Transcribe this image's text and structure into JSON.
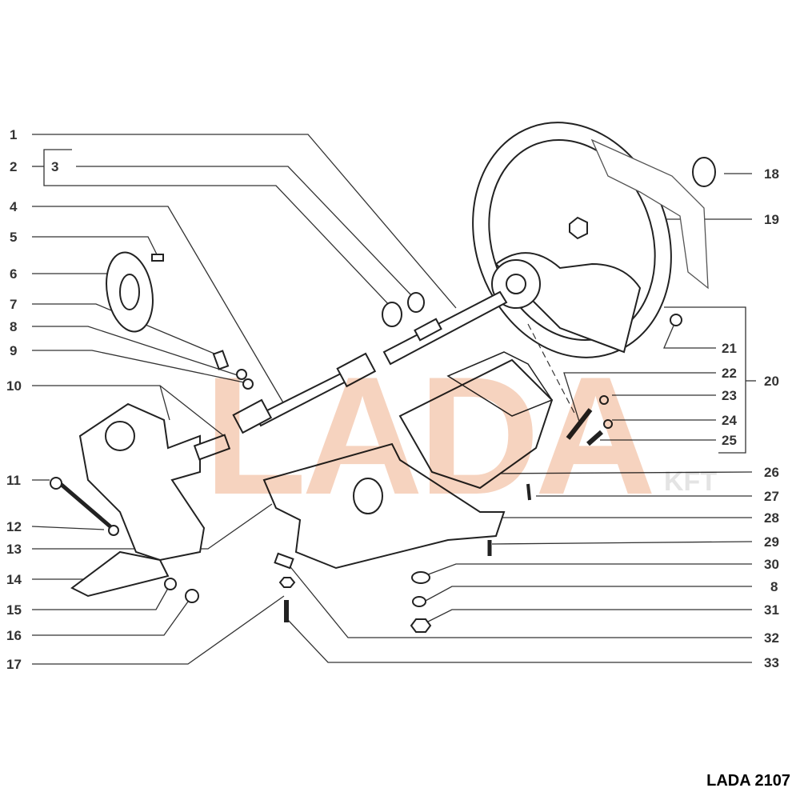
{
  "title": "LADA 2107",
  "watermark": {
    "text": "LADA",
    "sub": "KFT"
  },
  "labels_left": [
    {
      "id": "1",
      "text": "1"
    },
    {
      "id": "2",
      "text": "2"
    },
    {
      "id": "3",
      "text": "3"
    },
    {
      "id": "4",
      "text": "4"
    },
    {
      "id": "5",
      "text": "5"
    },
    {
      "id": "6",
      "text": "6"
    },
    {
      "id": "7",
      "text": "7"
    },
    {
      "id": "8",
      "text": "8"
    },
    {
      "id": "9",
      "text": "9"
    },
    {
      "id": "10",
      "text": "10"
    },
    {
      "id": "11",
      "text": "11"
    },
    {
      "id": "12",
      "text": "12"
    },
    {
      "id": "13",
      "text": "13"
    },
    {
      "id": "14",
      "text": "14"
    },
    {
      "id": "15",
      "text": "15"
    },
    {
      "id": "16",
      "text": "16"
    },
    {
      "id": "17",
      "text": "17"
    }
  ],
  "labels_right": [
    {
      "id": "18",
      "text": "18"
    },
    {
      "id": "19",
      "text": "19"
    },
    {
      "id": "20",
      "text": "20"
    },
    {
      "id": "21",
      "text": "21"
    },
    {
      "id": "22",
      "text": "22"
    },
    {
      "id": "23",
      "text": "23"
    },
    {
      "id": "24",
      "text": "24"
    },
    {
      "id": "25",
      "text": "25"
    },
    {
      "id": "26",
      "text": "26"
    },
    {
      "id": "27",
      "text": "27"
    },
    {
      "id": "28",
      "text": "28"
    },
    {
      "id": "29",
      "text": "29"
    },
    {
      "id": "30",
      "text": "30"
    },
    {
      "id": "8b",
      "text": "8"
    },
    {
      "id": "31",
      "text": "31"
    },
    {
      "id": "32",
      "text": "32"
    },
    {
      "id": "33",
      "text": "33"
    }
  ],
  "colors": {
    "line": "#333333",
    "watermark": "#f6d3bf"
  }
}
